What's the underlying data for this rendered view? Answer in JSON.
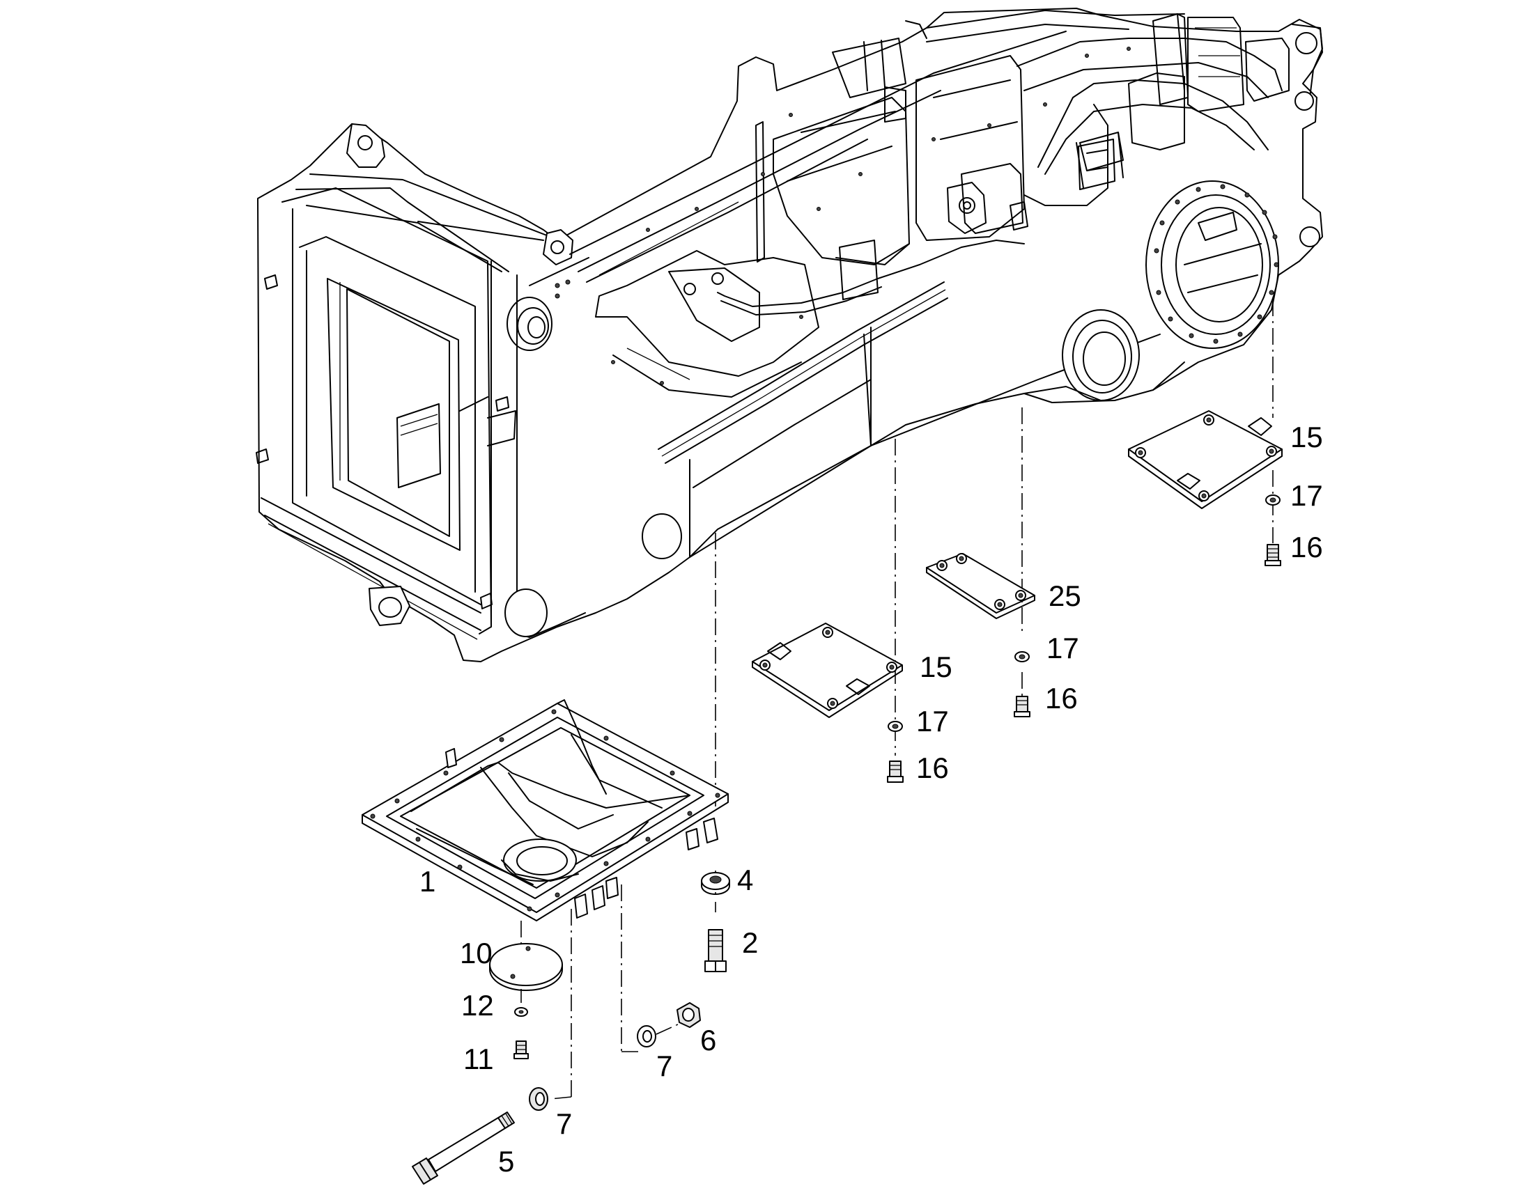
{
  "diagram": {
    "callouts": {
      "c1": "1",
      "c2": "2",
      "c4": "4",
      "c5": "5",
      "c6": "6",
      "c7a": "7",
      "c7b": "7",
      "c10": "10",
      "c11": "11",
      "c12": "12",
      "c15a": "15",
      "c15b": "15",
      "c16a": "16",
      "c16b": "16",
      "c16c": "16",
      "c17a": "17",
      "c17b": "17",
      "c17c": "17",
      "c25": "25"
    }
  }
}
